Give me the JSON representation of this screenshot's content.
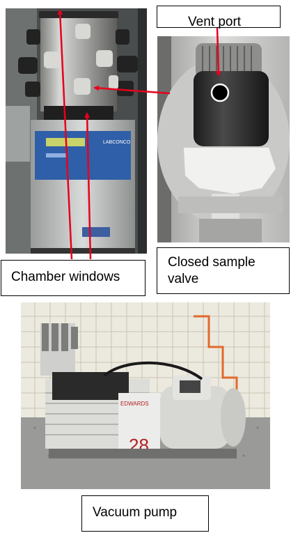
{
  "labels": {
    "vent_port": "Vent port",
    "chamber_windows": "Chamber windows",
    "closed_sample_valve": "Closed sample valve",
    "vacuum_pump": "Vacuum pump"
  },
  "device_text": {
    "brand": "LABCONCO",
    "pump_number": "28",
    "pump_brand": "EDWARDS"
  },
  "colors": {
    "arrow": "#e8001c",
    "panel_blue": "#2f5fa8",
    "steel": "#b8b9b6",
    "pump_body": "#e6e6e2"
  }
}
